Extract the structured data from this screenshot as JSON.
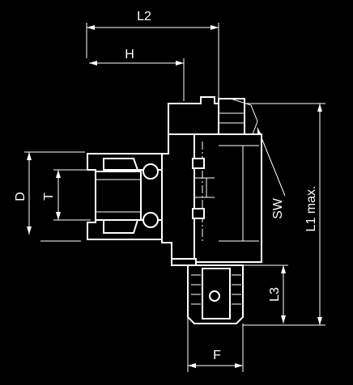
{
  "dimensions": {
    "l2": "L2",
    "h": "H",
    "d": "D",
    "t": "T",
    "sw": "SW",
    "l1": "L1 max.",
    "l3": "L3",
    "f": "F"
  }
}
